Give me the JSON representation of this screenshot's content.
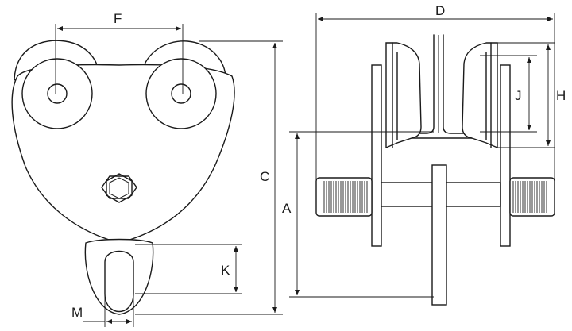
{
  "drawing": {
    "labels": {
      "F": "F",
      "C": "C",
      "K": "K",
      "M": "M",
      "D": "D",
      "J": "J",
      "H": "H",
      "A": "A"
    },
    "colors": {
      "stroke": "#1a1a1a",
      "background": "#ffffff"
    }
  }
}
